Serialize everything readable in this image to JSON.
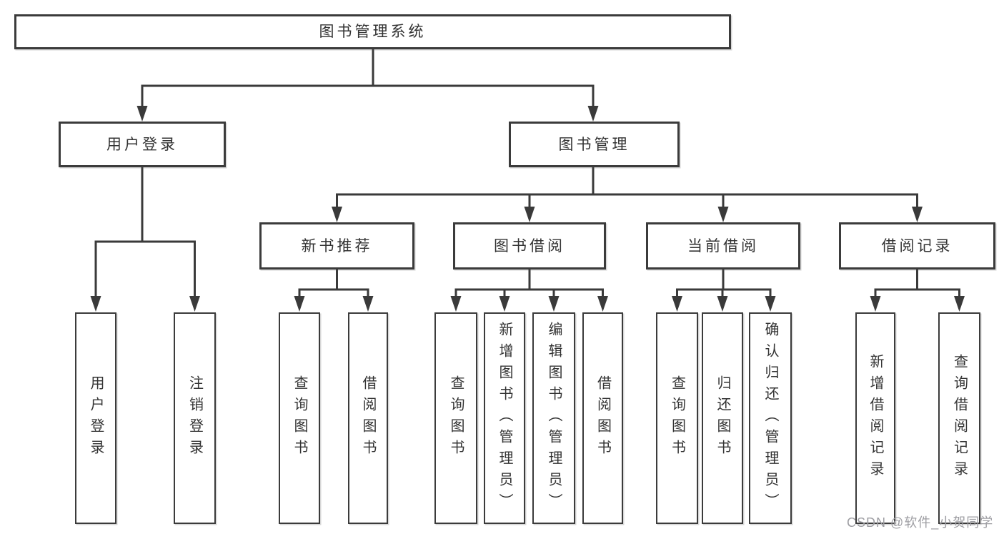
{
  "tree": {
    "root": {
      "label": "图书管理系统"
    },
    "branches": [
      {
        "label": "用户登录",
        "children": [
          {
            "label": "用户登录"
          },
          {
            "label": "注销登录"
          }
        ]
      },
      {
        "label": "图书管理",
        "children": [
          {
            "label": "新书推荐",
            "children": [
              {
                "label": "查询图书"
              },
              {
                "label": "借阅图书"
              }
            ]
          },
          {
            "label": "图书借阅",
            "children": [
              {
                "label": "查询图书"
              },
              {
                "label": "新增图书（管理员）"
              },
              {
                "label": "编辑图书（管理员）"
              },
              {
                "label": "借阅图书"
              }
            ]
          },
          {
            "label": "当前借阅",
            "children": [
              {
                "label": "查询图书"
              },
              {
                "label": "归还图书"
              },
              {
                "label": "确认归还（管理员）"
              }
            ]
          },
          {
            "label": "借阅记录",
            "children": [
              {
                "label": "新增借阅记录"
              },
              {
                "label": "查询借阅记录"
              }
            ]
          }
        ]
      }
    ]
  },
  "watermark": {
    "text": "CSDN @软件_小贺同学"
  },
  "colors": {
    "line": "#3a3a3a",
    "box_border": "#3b3b3b",
    "text": "#333333",
    "watermark": "#9e9ea3",
    "background": "#ffffff"
  }
}
